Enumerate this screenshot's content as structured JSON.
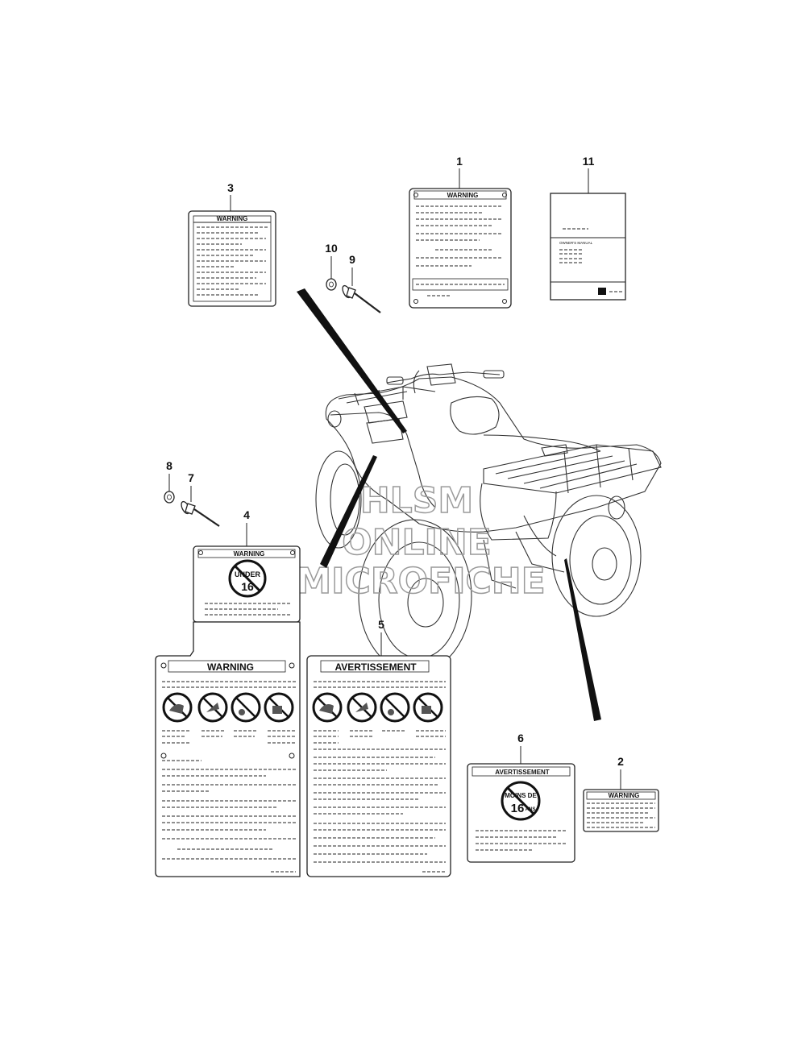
{
  "callouts": {
    "c1": "1",
    "c2": "2",
    "c3": "3",
    "c4": "4",
    "c5": "5",
    "c6": "6",
    "c7": "7",
    "c8": "8",
    "c9": "9",
    "c10": "10",
    "c11": "11"
  },
  "labels": {
    "warning": "WARNING",
    "avertissement": "AVERTISSEMENT",
    "under_top": "UNDER",
    "under_num": "16",
    "moins_top": "MOINS DE",
    "moins_num": "16",
    "moins_suffix": "ANS",
    "owners_manual": "OWNER'S MANUAL"
  },
  "watermark": {
    "line1": "HLSM",
    "line2": "ONLINE",
    "line3": "MICROFICHE"
  },
  "colors": {
    "ink": "#222222",
    "watermark": "#9a9a9a",
    "background": "#ffffff"
  }
}
